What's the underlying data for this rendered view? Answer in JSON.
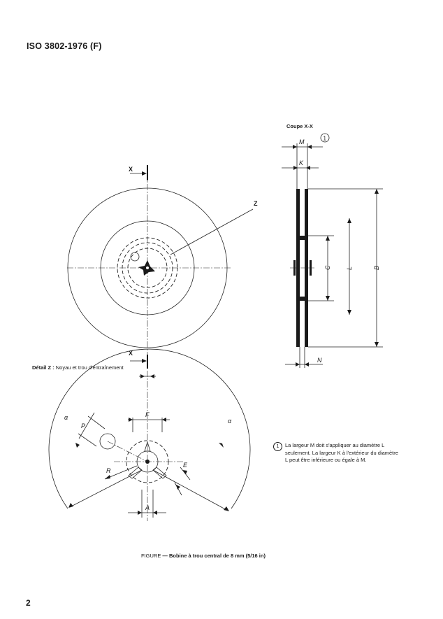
{
  "header": {
    "standard_ref": "ISO 3802-1976 (F)"
  },
  "section_view": {
    "title": "Coupe X-X",
    "marker": "1",
    "labels": {
      "M": "M",
      "K": "K",
      "C": "C",
      "L": "L",
      "B": "B",
      "N": "N"
    }
  },
  "front_view": {
    "section_marks": [
      "X",
      "X"
    ],
    "detail_callout": "Z"
  },
  "detail": {
    "title_bold": "Détail Z :",
    "title_rest": " Noyau et trou d'entraînement",
    "labels": {
      "F": "F",
      "A": "A",
      "R": "R",
      "P": "P",
      "E": "E",
      "alpha_left": "α",
      "alpha_right": "α"
    }
  },
  "note": {
    "marker": "1",
    "text": "La largeur M doit s'appliquer au diamètre L seulement. La largeur K à l'extérieur du diamètre L peut être inférieure ou égale à M."
  },
  "caption": {
    "prefix": "FIGURE",
    "text": " — Bobine à trou central de 8 mm (5/16 in)"
  },
  "footer": {
    "page_number": "2"
  }
}
